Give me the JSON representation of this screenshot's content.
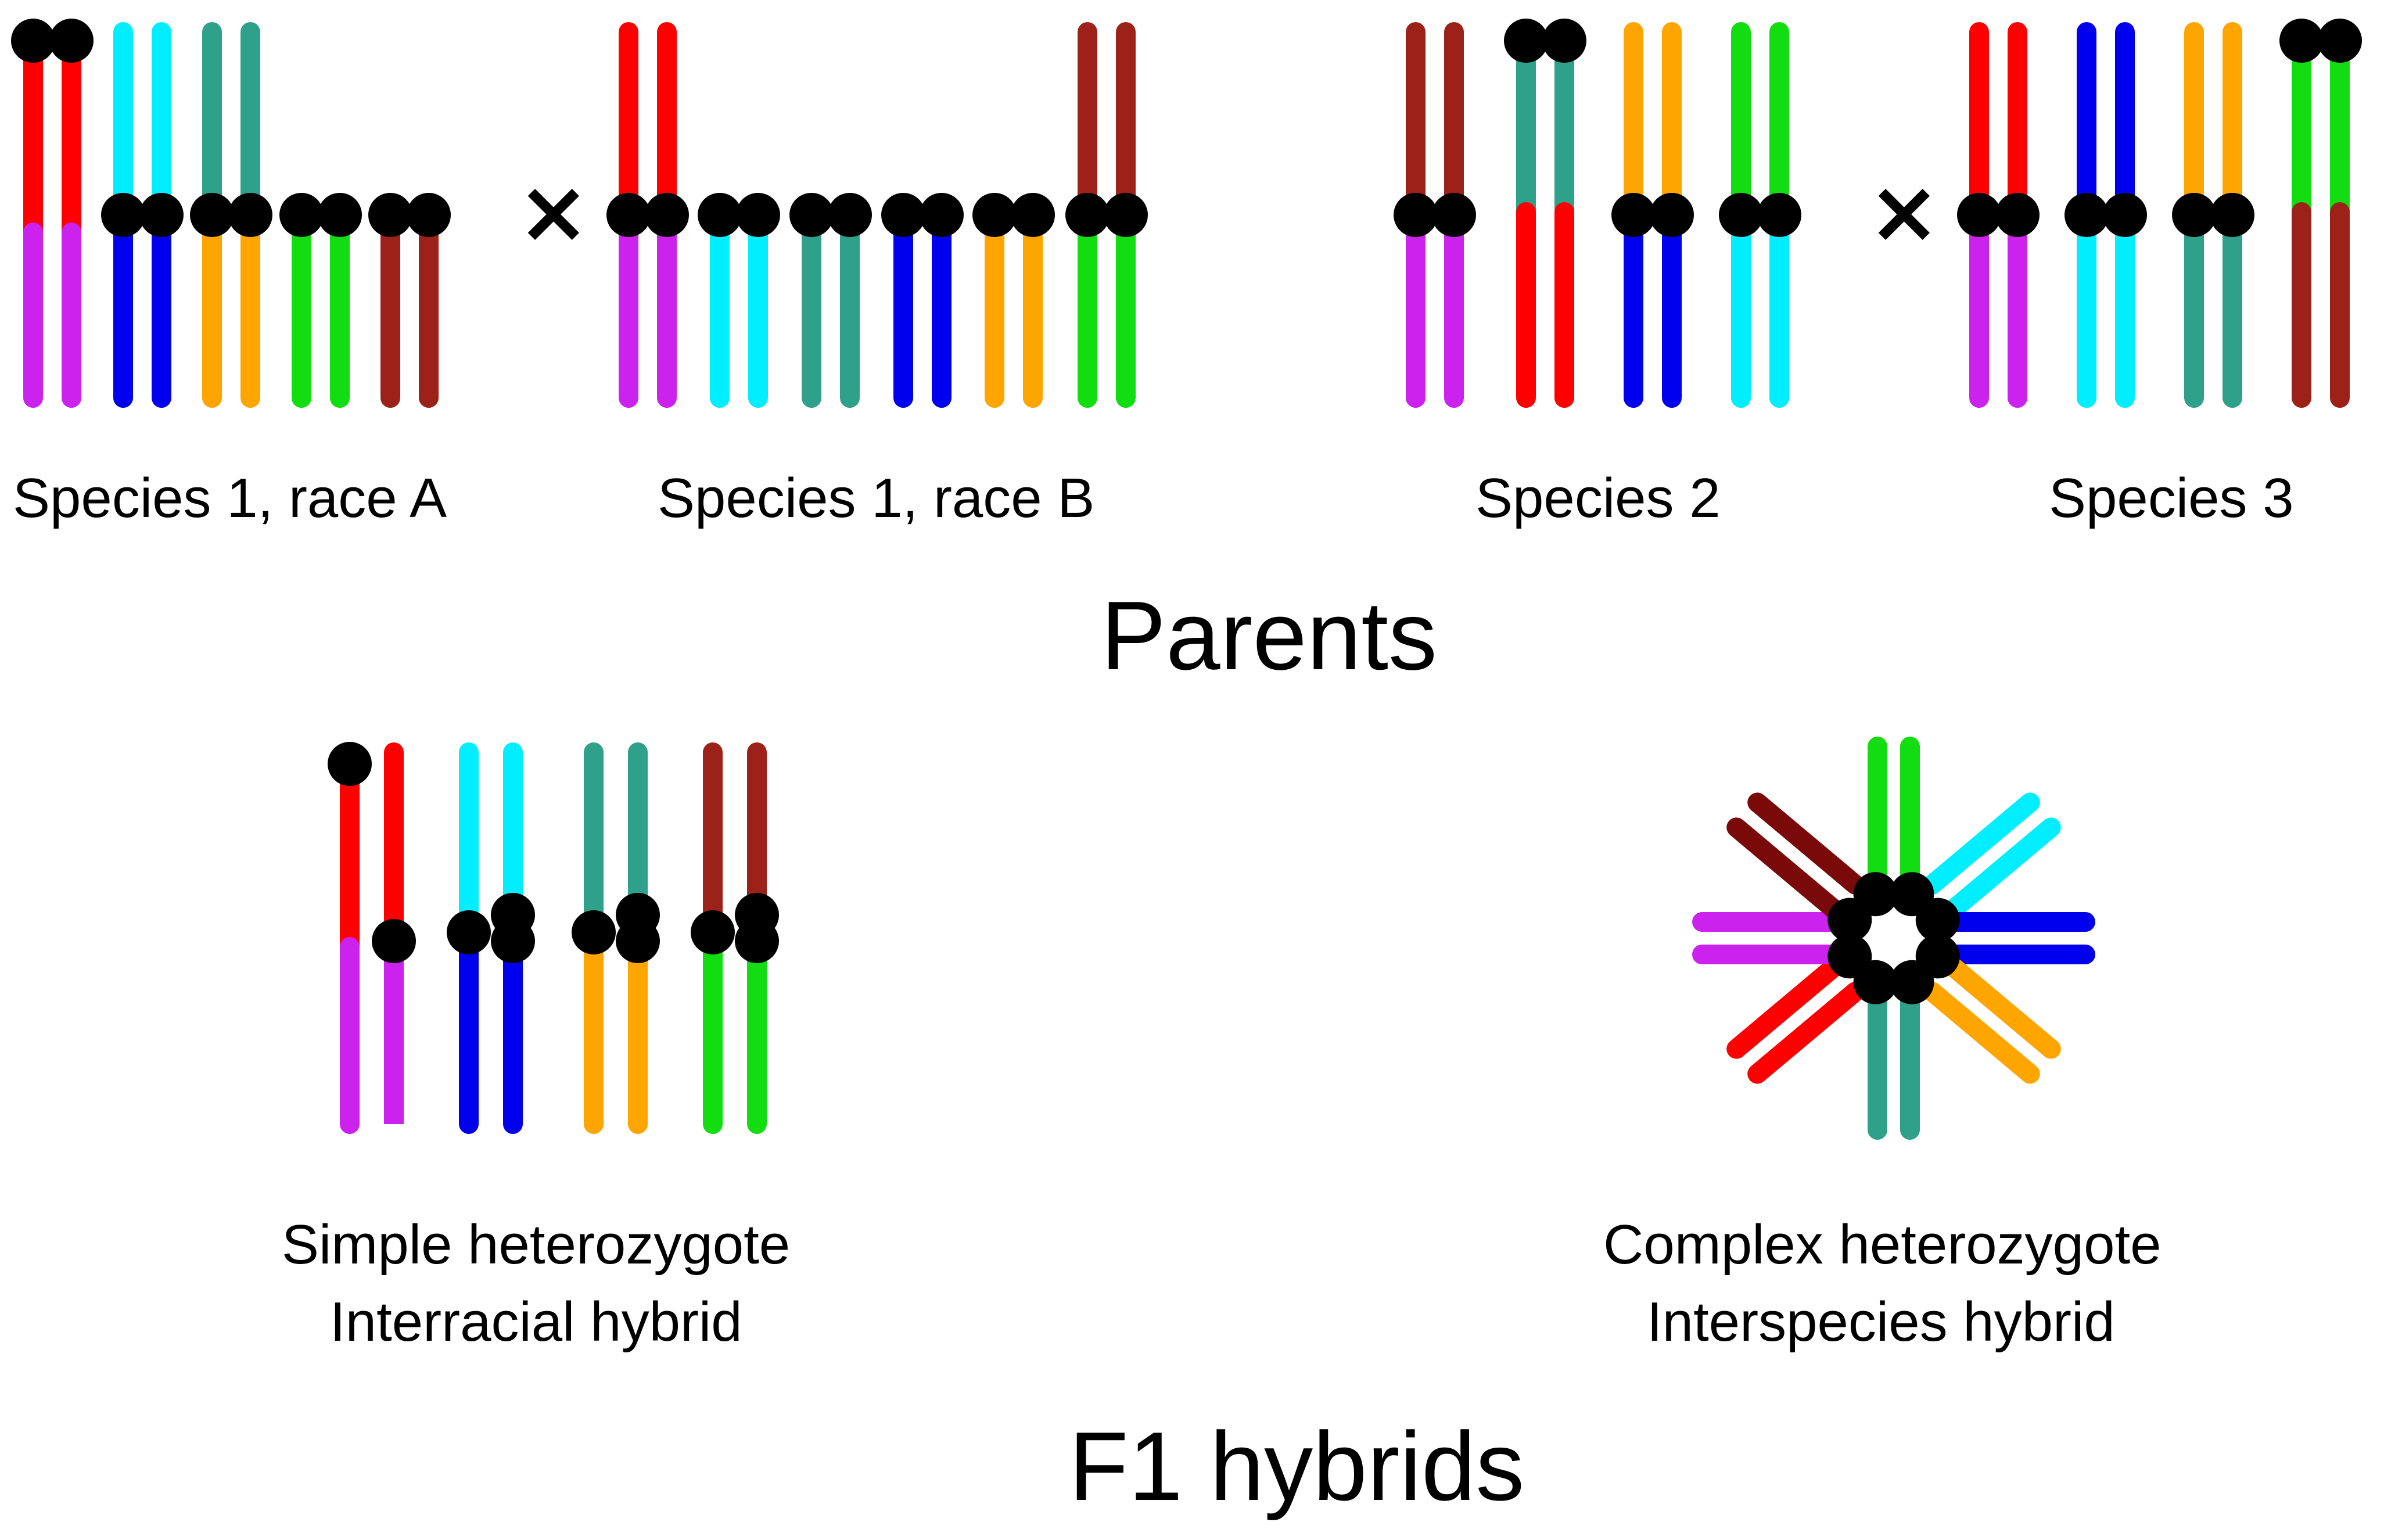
{
  "colors": {
    "red": "#ff0000",
    "magenta": "#cc22ee",
    "cyan": "#00eeff",
    "blue": "#0000ee",
    "teal": "#2fa08a",
    "orange": "#ffa500",
    "green": "#11dd11",
    "brown": "#9c2219",
    "darkbrown": "#7a0a0a",
    "centromere": "#000000"
  },
  "parents": {
    "groups": [
      {
        "label": "Species 1, race A",
        "chromosomes": [
          {
            "top": "red",
            "bottom": "magenta",
            "centromere": "top"
          },
          {
            "top": "cyan",
            "bottom": "blue",
            "centromere": "middle"
          },
          {
            "top": "teal",
            "bottom": "orange",
            "centromere": "middle"
          },
          {
            "top": "none",
            "bottom": "green",
            "centromere": "middle"
          },
          {
            "top": "none",
            "bottom": "brown",
            "centromere": "middle"
          }
        ]
      },
      {
        "label": "Species 1, race B",
        "chromosomes": [
          {
            "top": "red",
            "bottom": "magenta",
            "centromere": "middle"
          },
          {
            "top": "none",
            "bottom": "cyan",
            "centromere": "middle"
          },
          {
            "top": "none",
            "bottom": "teal",
            "centromere": "middle"
          },
          {
            "top": "none",
            "bottom": "blue",
            "centromere": "middle"
          },
          {
            "top": "none",
            "bottom": "orange",
            "centromere": "middle"
          },
          {
            "top": "brown",
            "bottom": "green",
            "centromere": "middle"
          }
        ]
      },
      {
        "label": "Species 2",
        "chromosomes": [
          {
            "top": "brown",
            "bottom": "magenta",
            "centromere": "middle"
          },
          {
            "top": "teal",
            "bottom": "red",
            "centromere": "top"
          },
          {
            "top": "orange",
            "bottom": "blue",
            "centromere": "middle"
          },
          {
            "top": "green",
            "bottom": "cyan",
            "centromere": "middle"
          }
        ]
      },
      {
        "label": "Species 3",
        "chromosomes": [
          {
            "top": "red",
            "bottom": "magenta",
            "centromere": "middle"
          },
          {
            "top": "blue",
            "bottom": "cyan",
            "centromere": "middle"
          },
          {
            "top": "orange",
            "bottom": "teal",
            "centromere": "middle"
          },
          {
            "top": "green",
            "bottom": "brown",
            "centromere": "top"
          }
        ]
      }
    ],
    "cross_symbol": "×",
    "title": "Parents"
  },
  "hybrids": {
    "simple": {
      "label_line1": "Simple heterozygote",
      "label_line2": "Interracial hybrid",
      "pairs": [
        {
          "left": [
            "red",
            "magenta"
          ],
          "right": [
            "red",
            "magenta"
          ]
        },
        {
          "left": [
            "cyan",
            "blue"
          ],
          "right": [
            "cyan",
            "blue"
          ]
        },
        {
          "left": [
            "teal",
            "orange"
          ],
          "right": [
            "teal",
            "orange"
          ]
        },
        {
          "left": [
            "brown",
            "green"
          ],
          "right": [
            "brown",
            "green"
          ]
        }
      ]
    },
    "complex": {
      "label_line1": "Complex heterozygote",
      "label_line2": "Interspecies hybrid",
      "arms": [
        "green",
        "cyan",
        "blue",
        "orange",
        "teal",
        "red",
        "magenta",
        "darkbrown"
      ]
    },
    "title": "F1 hybrids"
  }
}
